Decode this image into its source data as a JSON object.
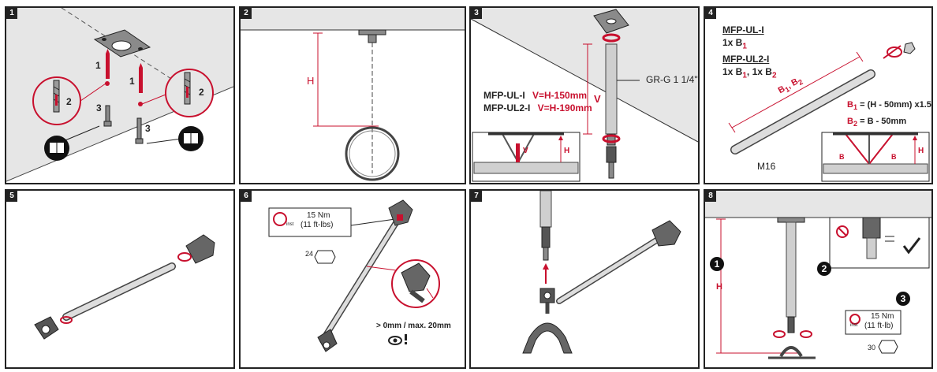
{
  "steps": [
    {
      "number": "1",
      "callouts": [
        "1",
        "1",
        "2",
        "2",
        "3",
        "3"
      ]
    },
    {
      "number": "2",
      "height_label": "H"
    },
    {
      "number": "3",
      "pipe_label": "GR-G 1 1/4\"",
      "vertical_label": "V",
      "formulas": [
        {
          "model": "MFP-UL-I",
          "text": "V=H-150mm"
        },
        {
          "model": "MFP-UL2-I",
          "text": "V=H-190mm"
        }
      ],
      "detail_labels": [
        "V",
        "H"
      ]
    },
    {
      "number": "4",
      "lines": [
        "MFP-UL-I",
        "1x B",
        "MFP-UL2-I",
        "1x B",
        ", 1x B"
      ],
      "sub1": "1",
      "sub2": "2",
      "rod_label": "B",
      "rod_label_2": ", B",
      "formula_1": "= (H - 50mm) x1.5",
      "formula_2": "= B - 50mm",
      "thread_label": "M16",
      "detail_labels": [
        "B",
        "B",
        "H"
      ]
    },
    {
      "number": "5"
    },
    {
      "number": "6",
      "torque": "15 Nm",
      "torque_imperial": "(11 ft-lbs)",
      "torque_sub": "inst",
      "wrench": "24",
      "gap_text": "> 0mm / max. 20mm"
    },
    {
      "number": "7"
    },
    {
      "number": "8",
      "height_label": "H",
      "markers": [
        "1",
        "2",
        "3"
      ],
      "torque": "15 Nm",
      "torque_imperial": "(11 ft-lb)",
      "torque_sub": "inst",
      "wrench": "30"
    }
  ],
  "colors": {
    "accent": "#c8102e",
    "metal": "#8a8a8a",
    "dark": "#222222",
    "ceiling": "#e6e6e6"
  }
}
